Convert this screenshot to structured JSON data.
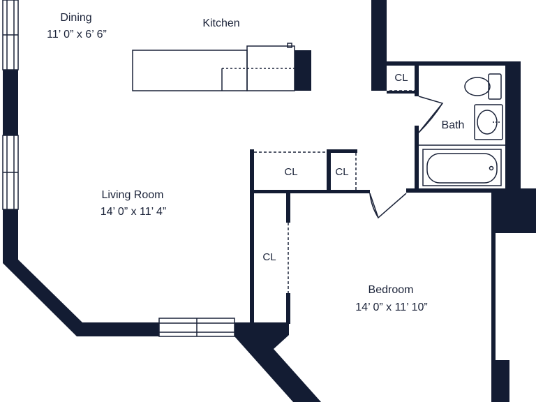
{
  "colors": {
    "wall": "#131c33",
    "line": "#1a2238",
    "background": "#ffffff",
    "fixture": "#1a2238"
  },
  "rooms": {
    "dining": {
      "name": "Dining",
      "dimensions": "11’ 0” x 6’ 6”"
    },
    "kitchen": {
      "name": "Kitchen"
    },
    "living": {
      "name": "Living Room",
      "dimensions": "14’ 0” x 11’ 4”"
    },
    "bedroom": {
      "name": "Bedroom",
      "dimensions": "14’ 0” x 11’ 10”"
    },
    "bath": {
      "name": "Bath"
    }
  },
  "closets": {
    "bath_closet": "CL",
    "hall_closet_left": "CL",
    "hall_closet_right": "CL",
    "bedroom_closet": "CL"
  },
  "fixtures": [
    "toilet-icon",
    "sink-icon",
    "bathtub-icon",
    "window-icon"
  ]
}
